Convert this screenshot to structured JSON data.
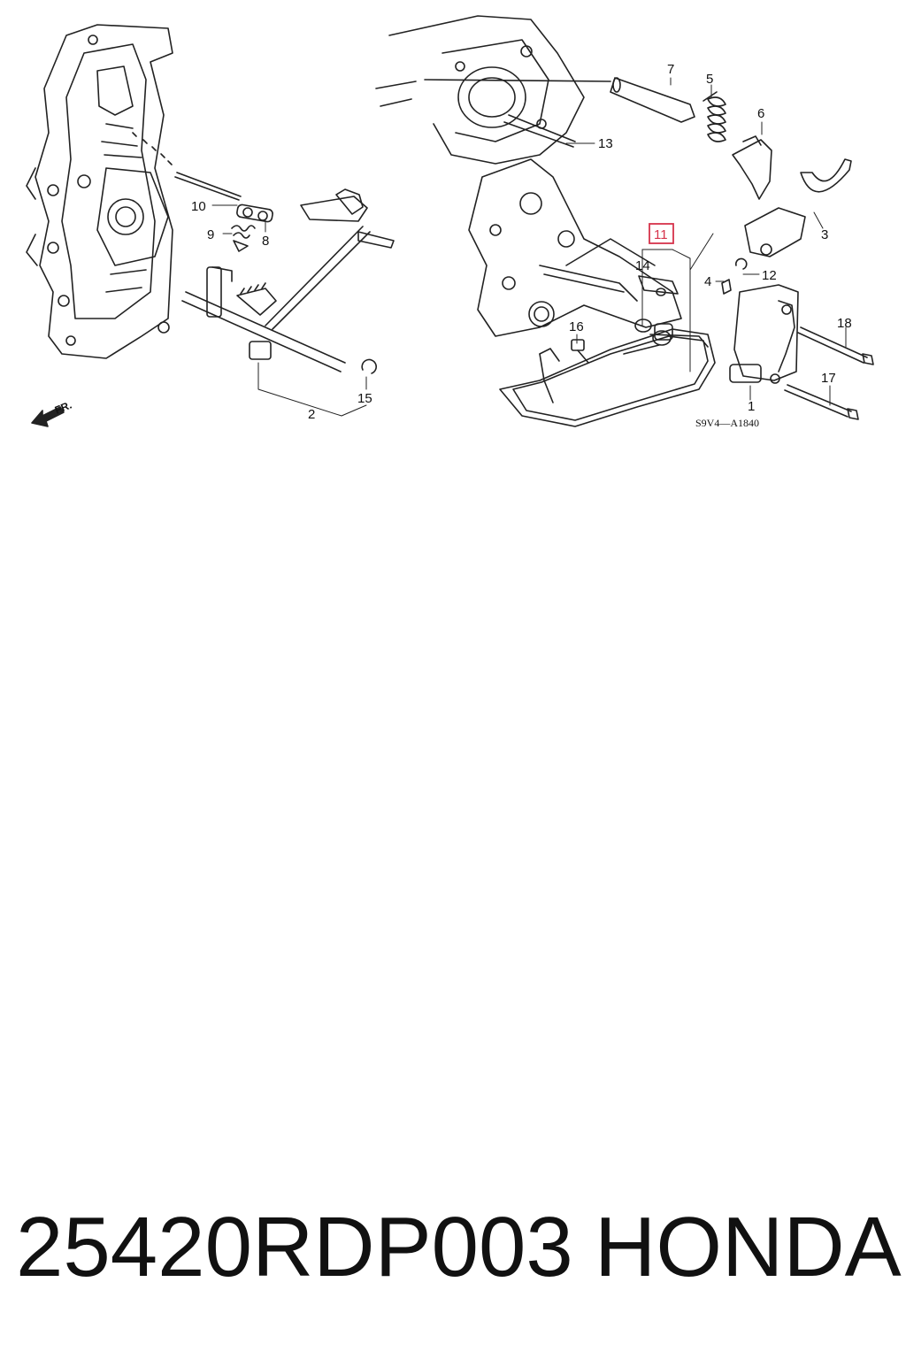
{
  "diagram": {
    "fr_label": "FR.",
    "drawing_code": "S9V4—A1840",
    "callouts": {
      "c1": "1",
      "c2": "2",
      "c3": "3",
      "c4": "4",
      "c5": "5",
      "c6": "6",
      "c7": "7",
      "c8": "8",
      "c9": "9",
      "c10": "10",
      "c11": "11",
      "c12": "12",
      "c13": "13",
      "c14": "14",
      "c15": "15",
      "c16": "16",
      "c17": "17",
      "c18": "18"
    },
    "highlight_color": "#d6334b"
  },
  "caption": {
    "part_number": "25420RDP003",
    "brand": "HONDA"
  }
}
